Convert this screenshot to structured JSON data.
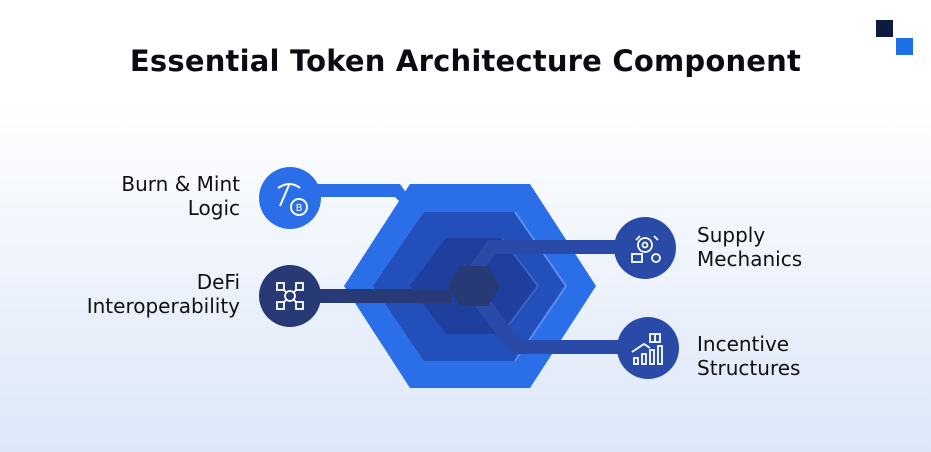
{
  "title": "Essential Token Architecture Component",
  "colors": {
    "brand_dark": "#0d1b3e",
    "brand_blue": "#1f6fe6",
    "hex_outer": "#2a6ee8",
    "hex_middle": "#234fbb",
    "hex_inner": "#1e3f9d",
    "connector_blue": "#2a6ee8",
    "connector_navy": "#273a75"
  },
  "components": [
    {
      "id": "burn-mint-logic",
      "lines": [
        "Burn & Mint",
        "Logic"
      ],
      "icon": "pickaxe-bitcoin-icon",
      "side": "left"
    },
    {
      "id": "defi-interoperability",
      "lines": [
        "DeFi",
        "Interoperability"
      ],
      "icon": "network-cubes-icon",
      "side": "left"
    },
    {
      "id": "supply-mechanics",
      "lines": [
        "Supply",
        "Mechanics"
      ],
      "icon": "supply-gears-icon",
      "side": "right"
    },
    {
      "id": "incentive-structures",
      "lines": [
        "Incentive",
        "Structures"
      ],
      "icon": "growth-chart-gift-icon",
      "side": "right"
    }
  ]
}
